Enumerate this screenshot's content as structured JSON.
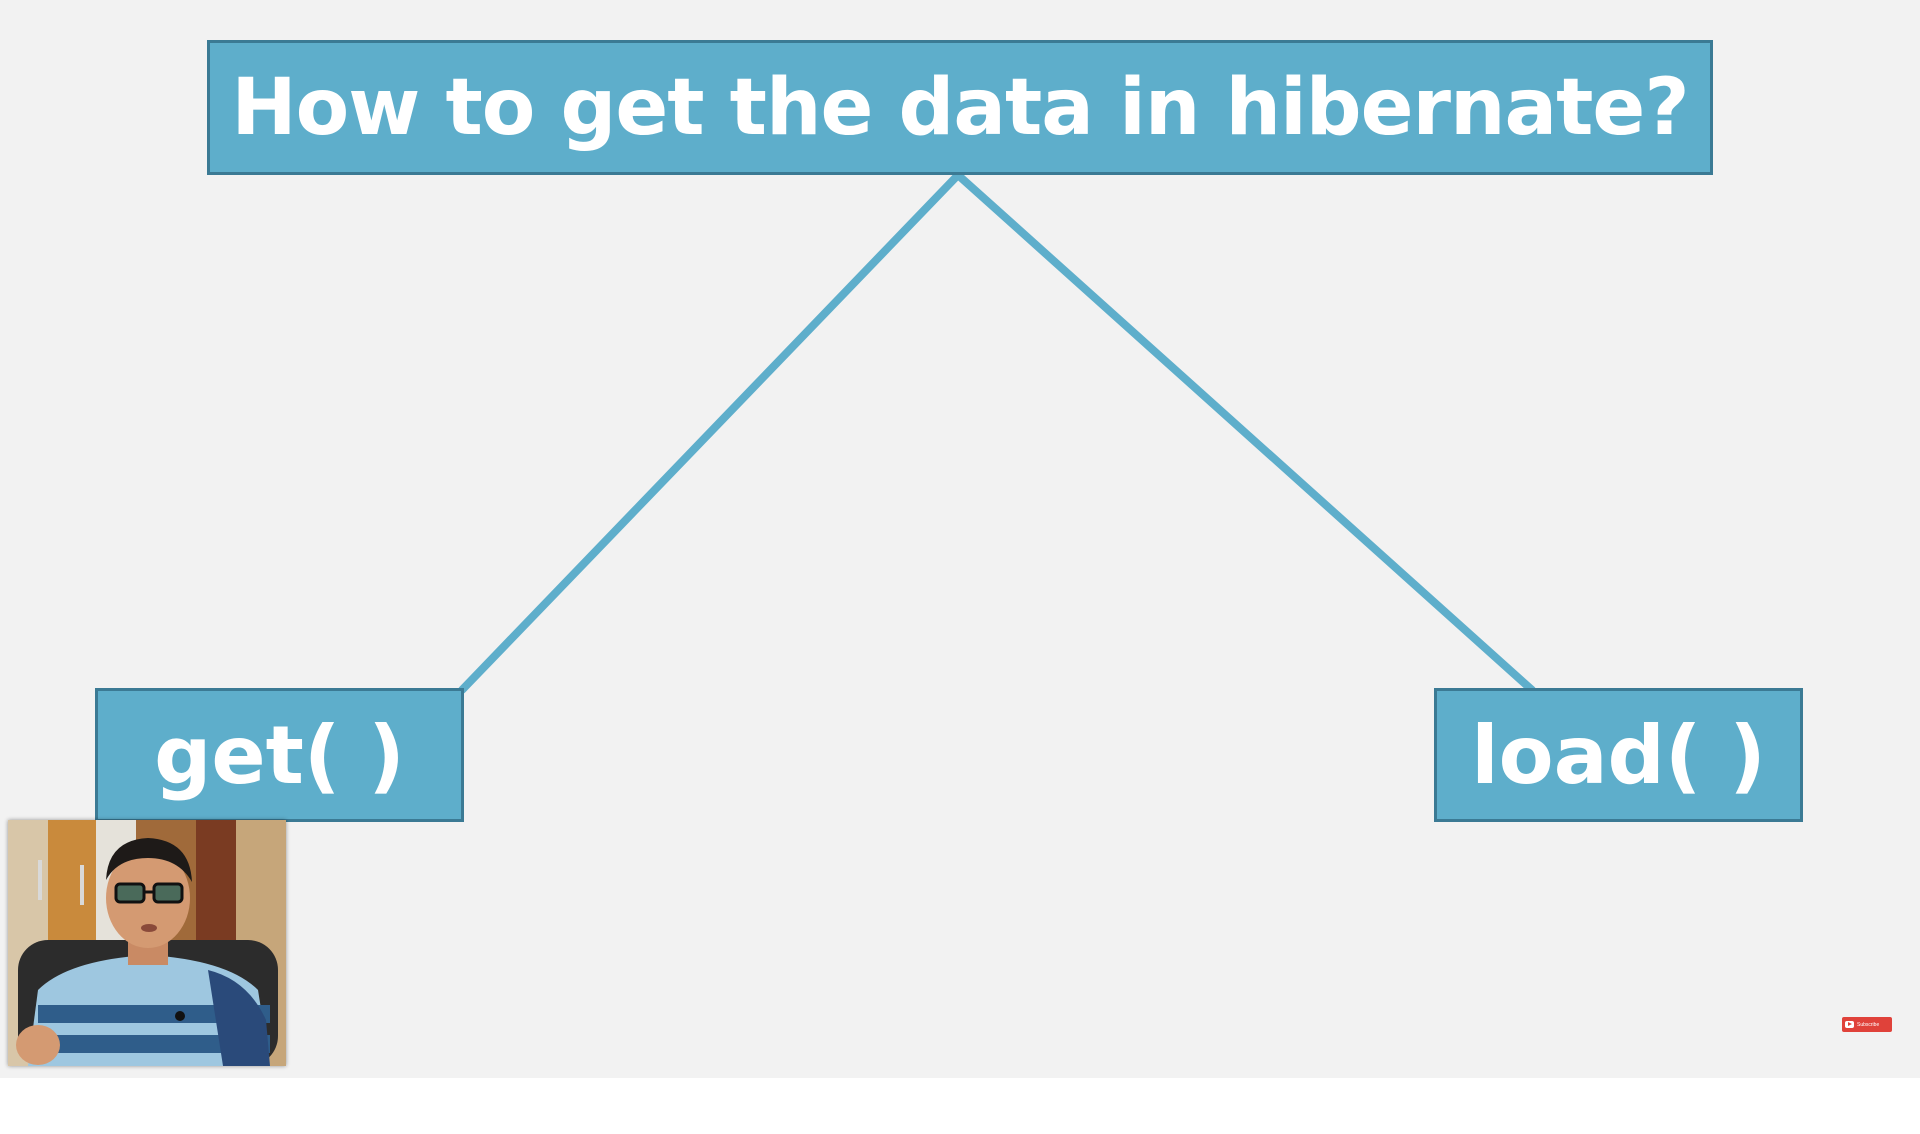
{
  "diagram": {
    "root": {
      "label": "How to get the data in hibernate?"
    },
    "children": [
      {
        "label": "get( )"
      },
      {
        "label": "load( )"
      }
    ],
    "colors": {
      "box_fill": "#5eaecb",
      "box_border": "#3b7a94",
      "connector": "#5eaecb",
      "background": "#f2f2f2"
    }
  },
  "overlay": {
    "subscribe_label": "Subscribe",
    "subscribe_icon": "youtube-icon",
    "webcam_icon": "presenter-webcam"
  }
}
